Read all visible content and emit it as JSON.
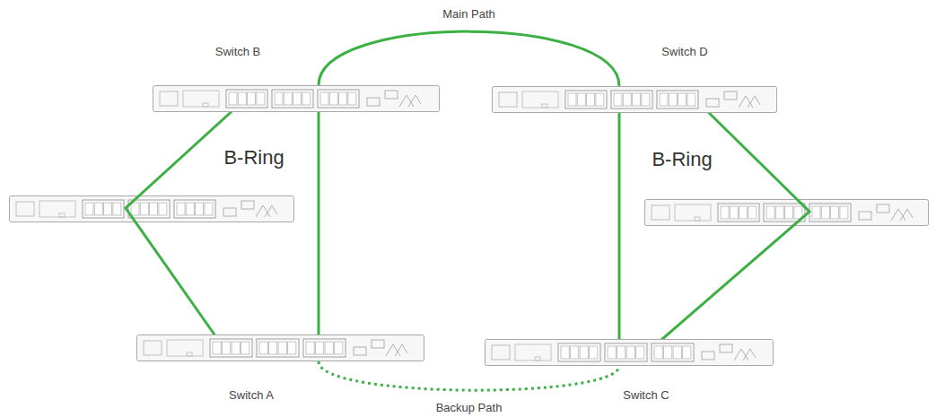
{
  "diagram": {
    "nodes": [
      {
        "text": [
          "Switch B"
        ]
      },
      {
        "text": [
          "Switch D"
        ]
      },
      {
        "text": [
          "Switch A"
        ]
      },
      {
        "text": [
          "Switch C"
        ]
      }
    ],
    "edges": [
      {
        "from": 2,
        "to": 0,
        "arrow": "none"
      },
      {
        "from": 0,
        "to": 1,
        "label": "Main Path",
        "arrow": "none"
      },
      {
        "from": 1,
        "to": 3,
        "arrow": "none"
      },
      {
        "from": 2,
        "to": 3,
        "label": "Backup Path",
        "arrow": "none"
      }
    ],
    "labels": [
      "B-Ring",
      "B-Ring"
    ]
  }
}
